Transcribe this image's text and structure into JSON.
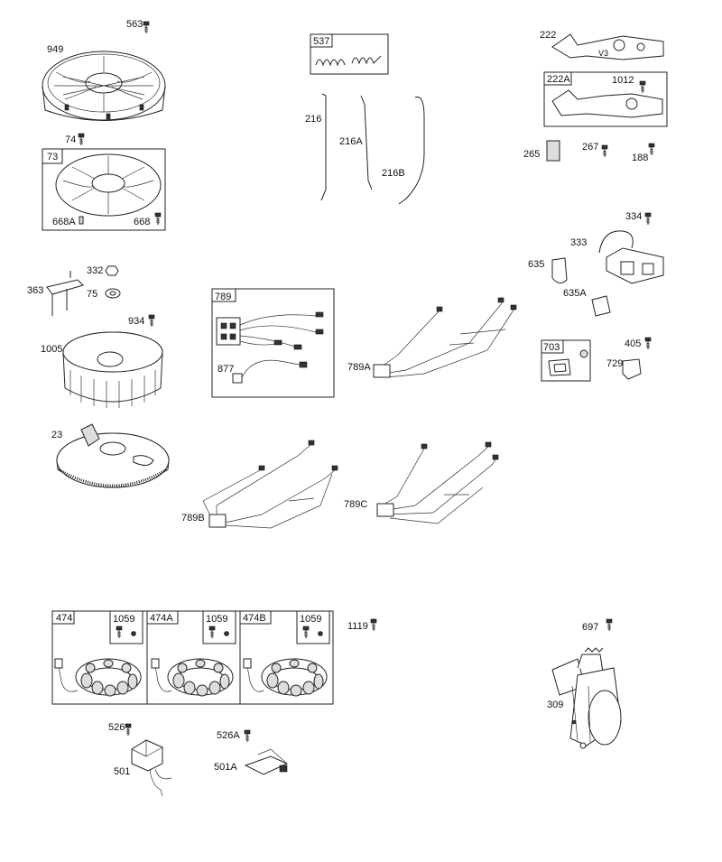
{
  "parts": {
    "p563": "563",
    "p949": "949",
    "p74": "74",
    "p73": "73",
    "p668a": "668A",
    "p668": "668",
    "p537": "537",
    "p216": "216",
    "p216a": "216A",
    "p216b": "216B",
    "p222": "222",
    "p222a": "222A",
    "p1012": "1012",
    "p265": "265",
    "p267": "267",
    "p188": "188",
    "p334": "334",
    "p333": "333",
    "p635": "635",
    "p635a": "635A",
    "p332": "332",
    "p363": "363",
    "p75": "75",
    "p934": "934",
    "p1005": "1005",
    "p23": "23",
    "p789": "789",
    "p877": "877",
    "p789a": "789A",
    "p789b": "789B",
    "p789c": "789C",
    "p703": "703",
    "p405": "405",
    "p729": "729",
    "p474": "474",
    "p474a": "474A",
    "p474b": "474B",
    "p1059": "1059",
    "p1119": "1119",
    "p697": "697",
    "p309": "309",
    "p526": "526",
    "p501": "501",
    "p526a": "526A",
    "p501a": "501A"
  }
}
